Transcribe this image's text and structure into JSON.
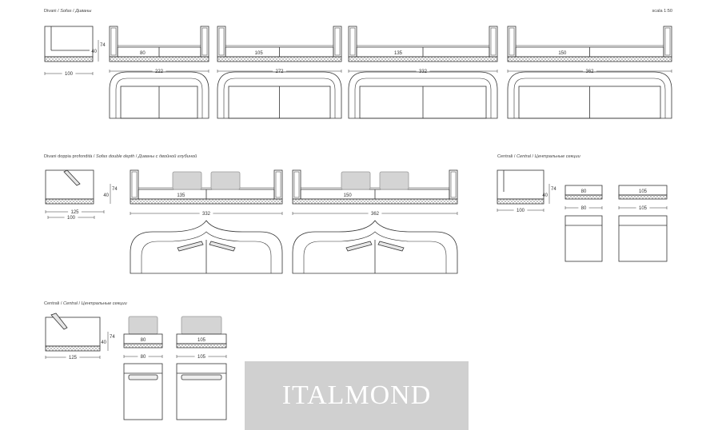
{
  "scale_label": "scala 1:50",
  "sections": {
    "sofas": {
      "t1": "Divani",
      "t2": "Sofas",
      "t3": "Диваны"
    },
    "double": {
      "t1": "Divani doppia profondità",
      "t2": "Sofas double depth",
      "t3": "Диваны с двойной глубиной"
    },
    "central_a": {
      "t1": "Centrali",
      "t2": "Central",
      "t3": "Центральные секции"
    },
    "central_b": {
      "t1": "Centrali",
      "t2": "Central",
      "t3": "Центральные секции"
    }
  },
  "sofas": {
    "side_depth": "100",
    "height_total": "74",
    "height_seat": "40",
    "models": [
      {
        "seat": "80",
        "width": "222"
      },
      {
        "seat": "105",
        "width": "272"
      },
      {
        "seat": "135",
        "width": "332"
      },
      {
        "seat": "150",
        "width": "362"
      }
    ]
  },
  "double": {
    "depth_outer": "125",
    "depth_inner": "100",
    "height_total": "74",
    "height_seat": "40",
    "models": [
      {
        "seat": "135",
        "width": "332"
      },
      {
        "seat": "150",
        "width": "362"
      }
    ]
  },
  "central_a": {
    "depth": "100",
    "height_total": "74",
    "height_seat": "40",
    "models": [
      {
        "seat": "80",
        "width": "80"
      },
      {
        "seat": "105",
        "width": "105"
      }
    ]
  },
  "central_b": {
    "depth": "125",
    "height_total": "74",
    "height_seat": "40",
    "models": [
      {
        "seat": "80",
        "width": "80"
      },
      {
        "seat": "105",
        "width": "105"
      }
    ]
  },
  "watermark": "ITALMOND"
}
